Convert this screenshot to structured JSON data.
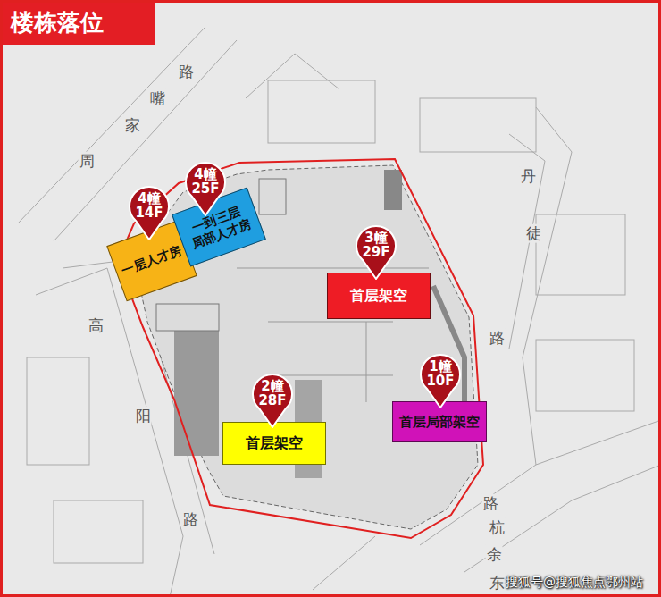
{
  "diagram": {
    "title": "楼栋落位",
    "nodes": [
      {
        "text": [
          "4幢 14F"
        ]
      },
      {
        "text": [
          "一层人才房"
        ]
      },
      {
        "text": [
          "4幢 25F"
        ]
      },
      {
        "text": [
          "一到三层 局部人才房"
        ]
      },
      {
        "text": [
          "3幢 29F"
        ]
      },
      {
        "text": [
          "首层架空"
        ]
      },
      {
        "text": [
          "2幢 28F"
        ]
      },
      {
        "text": [
          "首层架空"
        ]
      },
      {
        "text": [
          "1幢 10F"
        ]
      },
      {
        "text": [
          "首层局部架空"
        ]
      }
    ],
    "labels": [
      "周",
      "家",
      "嘴",
      "路",
      "丹",
      "徒",
      "路",
      "高",
      "阳",
      "路",
      "东",
      "余",
      "杭",
      "路",
      "搜狐号@搜狐焦点鄂州站"
    ]
  }
}
